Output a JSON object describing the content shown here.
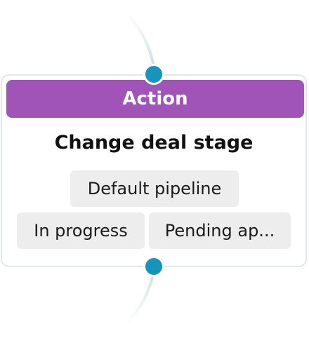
{
  "node": {
    "header_label": "Action",
    "title": "Change deal stage",
    "pipeline_chip": "Default pipeline",
    "stage_from_chip": "In progress",
    "stage_to_chip": "Pending ap..."
  },
  "colors": {
    "header_bg": "#a154b8",
    "port": "#1694bb",
    "connector": "#c9e1e2",
    "chip_bg": "#ededed",
    "card_border": "#e2e7ef"
  }
}
